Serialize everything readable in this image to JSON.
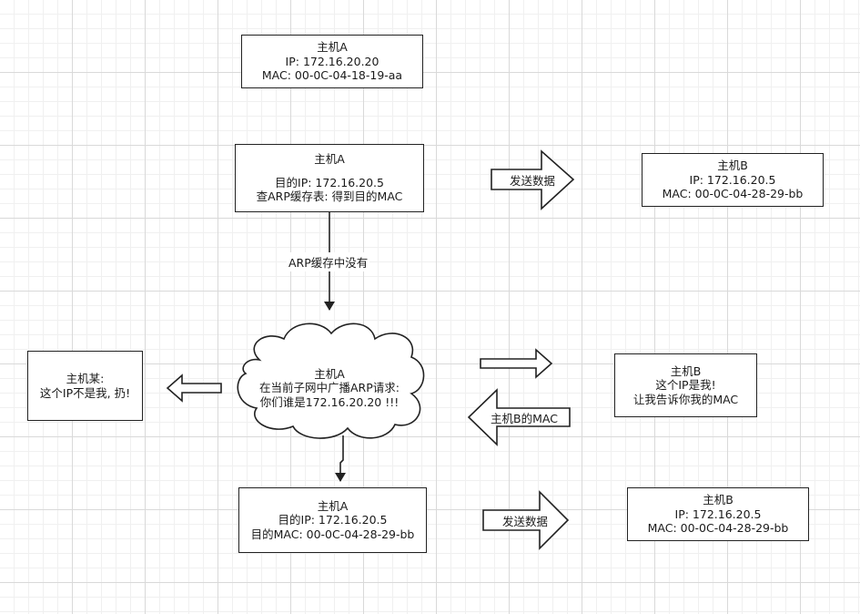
{
  "diagram": {
    "box_host_a_top": {
      "lines": [
        "主机A",
        "IP: 172.16.20.20",
        "MAC: 00-0C-04-18-19-aa"
      ]
    },
    "box_host_a_query": {
      "title": "主机A",
      "lines": [
        "目的IP: 172.16.20.5",
        "查ARP缓存表: 得到目的MAC"
      ]
    },
    "box_host_b_top": {
      "lines": [
        "主机B",
        "IP: 172.16.20.5",
        "MAC: 00-0C-04-28-29-bb"
      ]
    },
    "arrow_send_top": {
      "label": "发送数据"
    },
    "edge_no_cache": {
      "label": "ARP缓存中没有"
    },
    "cloud_broadcast": {
      "lines": [
        "主机A",
        "在当前子网中广播ARP请求:",
        "你们谁是172.16.20.20 !!!"
      ]
    },
    "box_other_host": {
      "lines": [
        "主机某:",
        "这个IP不是我, 扔!"
      ]
    },
    "box_host_b_reply": {
      "lines": [
        "主机B",
        "这个IP是我!",
        "让我告诉你我的MAC"
      ]
    },
    "arrow_reply": {
      "label": "主机B的MAC"
    },
    "box_host_a_final": {
      "lines": [
        "主机A",
        "目的IP: 172.16.20.5",
        "目的MAC: 00-0C-04-28-29-bb"
      ]
    },
    "arrow_send_bottom": {
      "label": "发送数据"
    },
    "box_host_b_bottom": {
      "lines": [
        "主机B",
        "IP: 172.16.20.5",
        "MAC: 00-0C-04-28-29-bb"
      ]
    }
  }
}
